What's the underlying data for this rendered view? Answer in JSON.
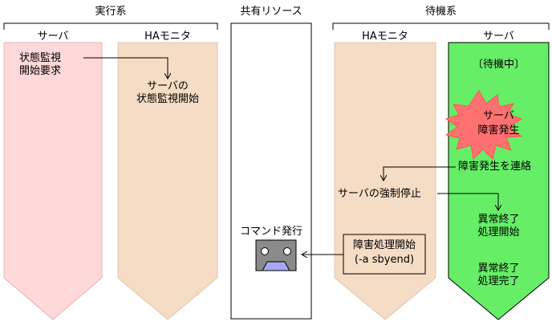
{
  "groups": {
    "active": "実行系",
    "shared": "共有リソース",
    "standby": "待機系"
  },
  "columns": {
    "active_server": "サーバ",
    "active_ha_monitor": "HAモニタ",
    "standby_ha_monitor": "HAモニタ",
    "standby_server": "サーバ"
  },
  "steps": {
    "monitor_request_1": "状態監視",
    "monitor_request_2": "開始要求",
    "monitor_start_1": "サーバの",
    "monitor_start_2": "状態監視開始",
    "standby_state": "〔待機中〕",
    "failure_1": "サーバ",
    "failure_2": "障害発生",
    "notify_failure": "障害発生を連絡",
    "force_stop": "サーバの強制停止",
    "abnormal_start_1": "異常終了",
    "abnormal_start_2": "処理開始",
    "command_issue": "コマンド発行",
    "failure_handling_1": "障害処理開始",
    "failure_handling_2": "(-a sbyend)",
    "abnormal_done_1": "異常終了",
    "abnormal_done_2": "処理完了"
  },
  "colors": {
    "active_server": "#ffd8d8",
    "ha_monitor": "#f5dcc4",
    "standby_server": "#66ee66",
    "failure_burst": "#ff7070",
    "terminal_face": "#8a8a8a",
    "terminal_mouth": "#a7a7f2"
  }
}
